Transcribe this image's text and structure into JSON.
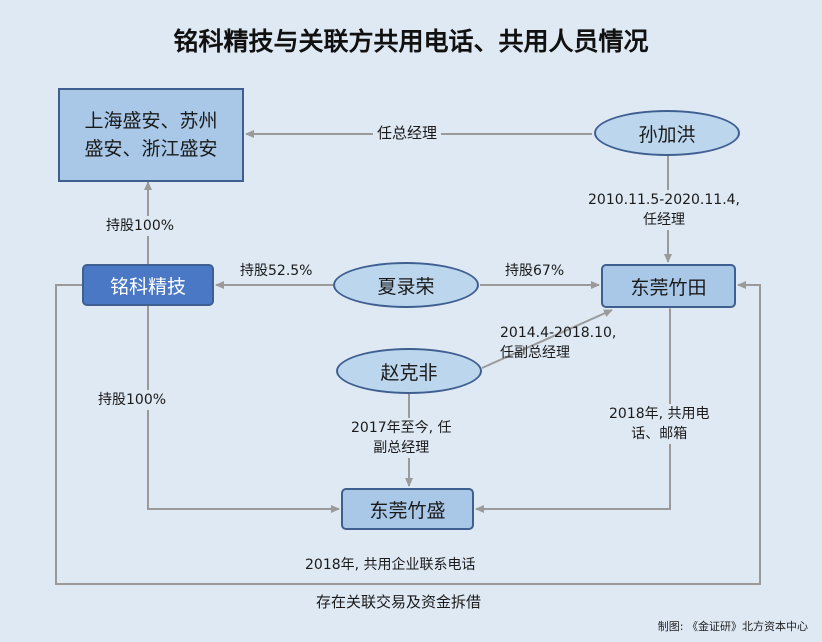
{
  "title": "铭科精技与关联方共用电话、共用人员情况",
  "nodes": {
    "shanghai": [
      "上海盛安、苏州",
      "盛安、浙江盛安"
    ],
    "mingke": "铭科精技",
    "dongguan_zhutian": "东莞竹田",
    "dongguan_zhusheng": "东莞竹盛",
    "sun_jiahong": "孙加洪",
    "xia_lurong": "夏录荣",
    "zhao_kefei": "赵克非"
  },
  "edge_labels": {
    "sun_to_shanghai": "任总经理",
    "sun_to_zhutian": [
      "2010.11.5-2020.11.4,",
      "任经理"
    ],
    "mingke_to_shanghai": "持股100%",
    "xia_to_mingke": "持股52.5%",
    "xia_to_zhutian": "持股67%",
    "zhao_to_zhutian": [
      "2014.4-2018.10,",
      "任副总经理"
    ],
    "mingke_to_zhusheng": "持股100%",
    "zhao_to_zhusheng": [
      "2017年至今, 任",
      "副总经理"
    ],
    "zhutian_zhusheng": [
      "2018年, 共用电",
      "话、邮箱"
    ],
    "bottom_line": "2018年, 共用企业联系电话",
    "outer_loop": "存在关联交易及资金拆借"
  },
  "credit": "制图: 《金证研》北方资本中心",
  "colors": {
    "background": "#dfe9f4",
    "box_light": "#a9c8e8",
    "box_dark": "#4a78c5",
    "ellipse": "#bcd6ee",
    "border": "#3f5f90",
    "line": "#9a9a9a"
  }
}
